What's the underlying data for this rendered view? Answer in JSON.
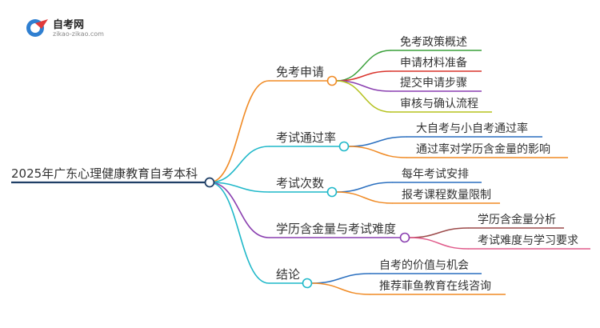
{
  "brand": {
    "name": "自考网",
    "url": "zikao-zikao.com"
  },
  "mindmap": {
    "root": "2025年广东心理健康教育自考本科",
    "branches": [
      {
        "label": "免考申请",
        "color": "#f08a24",
        "children": [
          {
            "label": "免考政策概述",
            "color": "#3aa03a"
          },
          {
            "label": "申请材料准备",
            "color": "#d9332b"
          },
          {
            "label": "提交申请步骤",
            "color": "#8a3fb0"
          },
          {
            "label": "审核与确认流程",
            "color": "#b5c21f"
          }
        ]
      },
      {
        "label": "考试通过率",
        "color": "#1fb8c9",
        "children": [
          {
            "label": "大自考与小自考通过率",
            "color": "#2a6fbf"
          },
          {
            "label": "通过率对学历含金量的影响",
            "color": "#f08a24"
          }
        ]
      },
      {
        "label": "考试次数",
        "color": "#1fb8c9",
        "children": [
          {
            "label": "每年考试安排",
            "color": "#2a6fbf"
          },
          {
            "label": "报考课程数量限制",
            "color": "#f08a24"
          }
        ]
      },
      {
        "label": "学历含金量与考试难度",
        "color": "#8a3fb0",
        "children": [
          {
            "label": "学历含金量分析",
            "color": "#9c4a4a"
          },
          {
            "label": "考试难度与学习要求",
            "color": "#e05a8a"
          }
        ]
      },
      {
        "label": "结论",
        "color": "#1fb8c9",
        "children": [
          {
            "label": "自考的价值与机会",
            "color": "#2a6fbf"
          },
          {
            "label": "推荐菲鱼教育在线咨询",
            "color": "#f08a24"
          }
        ]
      }
    ]
  }
}
